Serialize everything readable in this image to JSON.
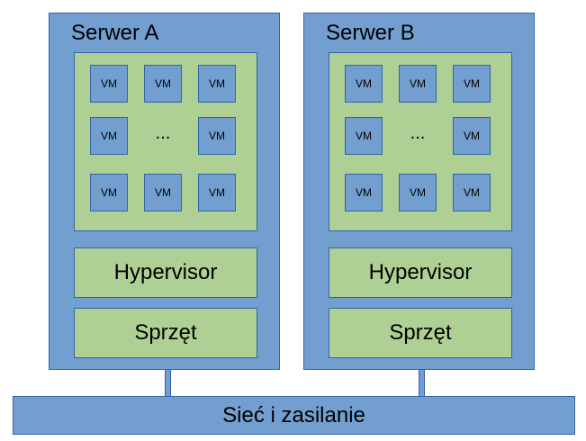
{
  "colors": {
    "box_blue": "#729fcf",
    "box_green": "#afd095",
    "border": "#3465a4"
  },
  "servers": [
    {
      "title": "Serwer A",
      "vms": [
        "VM",
        "VM",
        "VM",
        "VM",
        "VM",
        "VM",
        "VM",
        "VM"
      ],
      "ellipsis": "...",
      "hypervisor": "Hypervisor",
      "hardware": "Sprzęt"
    },
    {
      "title": "Serwer B",
      "vms": [
        "VM",
        "VM",
        "VM",
        "VM",
        "VM",
        "VM",
        "VM",
        "VM"
      ],
      "ellipsis": "...",
      "hypervisor": "Hypervisor",
      "hardware": "Sprzęt"
    }
  ],
  "network": {
    "label": "Sieć i zasilanie"
  }
}
